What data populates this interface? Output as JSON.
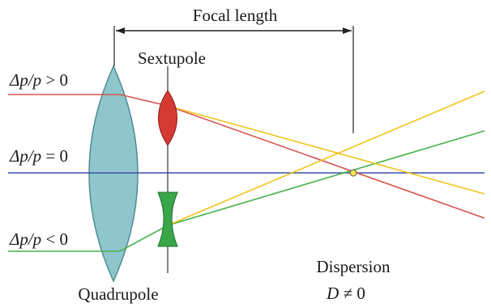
{
  "title_label": "Focal length",
  "sextupole_label": "Sextupole",
  "quadrupole_label": "Quadrupole",
  "dispersion_label": "Dispersion",
  "dispersion_value": {
    "var": "D",
    "op": " ≠ 0"
  },
  "rows": [
    {
      "key": "positive",
      "var": "Δp/p",
      "op": " > 0"
    },
    {
      "key": "zero",
      "var": "Δp/p",
      "op": " = 0"
    },
    {
      "key": "negative",
      "var": "Δp/p",
      "op": " < 0"
    }
  ],
  "colors": {
    "positive_ray": "#d9534f",
    "zero_ray": "#3b4ea8",
    "negative_ray": "#45b24a",
    "crossing_ray": "#f0c419",
    "quadrupole_fill": "#8fc6cc",
    "quadrupole_stroke": "#4f8c94",
    "sextupole_focus_fill": "#d43a32",
    "sextupole_defocus_fill": "#3aa64a",
    "focal_point_fill": "#f2e64c",
    "dimension_line": "#222222"
  },
  "icons": {
    "quadrupole": "converging-lens-icon",
    "sextupole_focus": "converging-lens-icon",
    "sextupole_defocus": "diverging-lens-icon",
    "focal_point": "point-icon"
  }
}
